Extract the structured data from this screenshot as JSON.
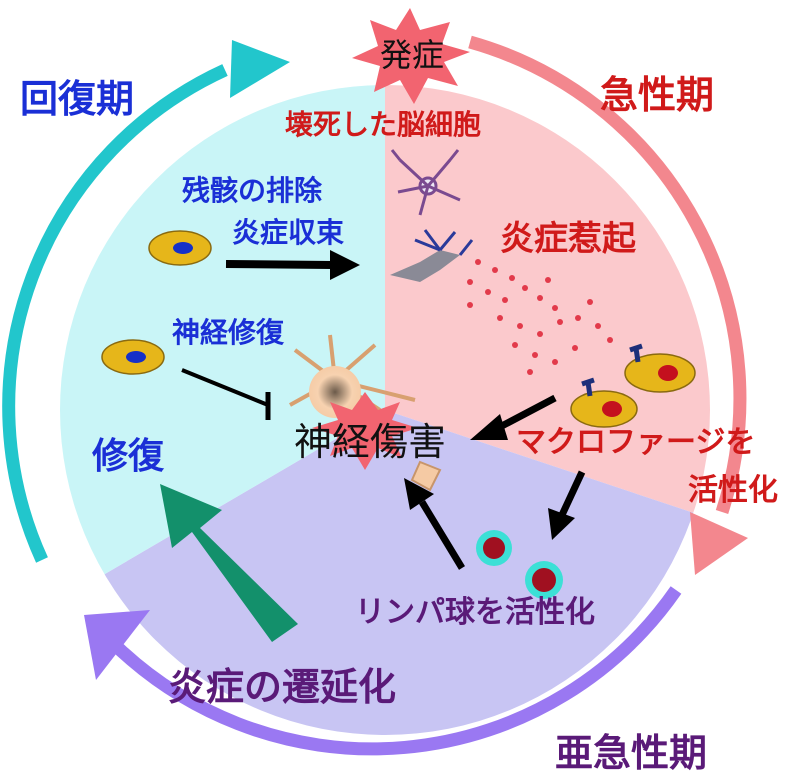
{
  "phases": {
    "onset": "発症",
    "acute": "急性期",
    "subacute": "亜急性期",
    "recovery": "回復期"
  },
  "labels": {
    "necrotic_cells": "壊死した脳細胞",
    "inflammation_trigger": "炎症惹起",
    "macrophage_activation_line1": "マクロファージを",
    "macrophage_activation_line2": "活性化",
    "lymphocyte_activation": "リンパ球を活性化",
    "nerve_injury": "神経傷害",
    "debris_removal": "残骸の排除",
    "inflammation_resolution": "炎症収束",
    "nerve_repair": "神経修復",
    "repair": "修復",
    "prolonged_inflammation": "炎症の遷延化"
  },
  "colors": {
    "acute_sector": "#fbc9cc",
    "subacute_sector": "#c8c5f3",
    "recovery_sector": "#c9f5f7",
    "acute_arrow": "#f3878e",
    "subacute_arrow": "#9a78f2",
    "recovery_arrow": "#22c6cc",
    "repair_arrow": "#13906b",
    "burst": "#f26470",
    "macrophage_cell": "#e6b61a",
    "macrophage_nucleus": "#c4101e",
    "recovery_cell_nucleus": "#1530c8",
    "lymphocyte_ring": "#3ce0d6"
  }
}
